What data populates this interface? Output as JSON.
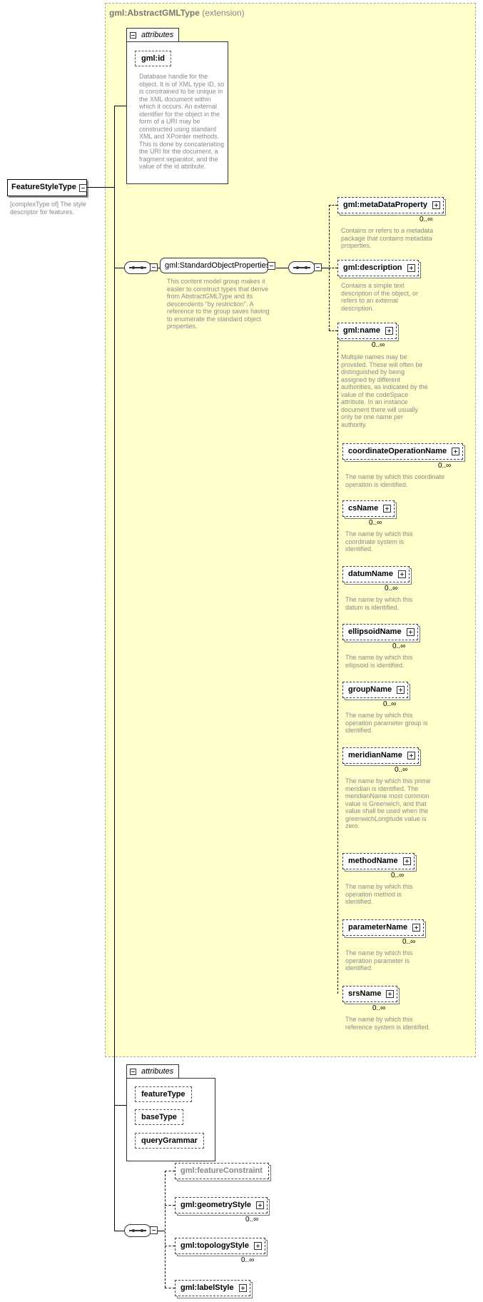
{
  "extension": {
    "title": "gml:AbstractGMLType",
    "qualifier": "(extension)"
  },
  "root": {
    "name": "FeatureStyleType",
    "note": "[complexType of] The style descriptor for features."
  },
  "attributes_label": "attributes",
  "gml_attributes": {
    "items": [
      {
        "name": "gml:id",
        "note": "Database handle for the object.  It is of XML type ID, so is constrained to be unique in the XML document within which it occurs.  An external identifier for the object in the form of a URI may be constructed using standard XML and XPointer methods.  This is done by concatenating the URI for the document, a fragment separator, and the value of the id attribute."
      }
    ]
  },
  "group": {
    "name": "gml:StandardObjectProperties",
    "note": "This content model group makes it easier to construct types that derive from AbstractGMLType and its descendents \"by restriction\".  A reference to the group saves having to enumerate the standard object properties."
  },
  "elements": [
    {
      "name": "gml:metaDataProperty",
      "occurs": "0..∞",
      "note": "Contains or refers to a metadata package that contains metadata properties."
    },
    {
      "name": "gml:description",
      "occurs": "",
      "note": "Contains a simple text description of the object, or refers to an external description."
    },
    {
      "name": "gml:name",
      "occurs": "0..∞",
      "note": "Multiple names may be provided.  These will often be distinguished by being assigned by different authorities, as indicated by the value of the codeSpace attribute.  In an instance document there will usually only be one name per authority."
    },
    {
      "name": "coordinateOperationName",
      "occurs": "0..∞",
      "note": "The name by which this coordinate operation is identified."
    },
    {
      "name": "csName",
      "occurs": "0..∞",
      "note": "The name by which this coordinate system is identified."
    },
    {
      "name": "datumName",
      "occurs": "0..∞",
      "note": "The name by which this datum is identified."
    },
    {
      "name": "ellipsoidName",
      "occurs": "0..∞",
      "note": "The name by which this ellipsoid is identified."
    },
    {
      "name": "groupName",
      "occurs": "0..∞",
      "note": "The name by which this operation parameter group is identified."
    },
    {
      "name": "meridianName",
      "occurs": "0..∞",
      "note": "The name by which this prime meridian is identified. The meridianName most common value is Greenwich, and that value shall be used when the greenwichLongitude value is zero."
    },
    {
      "name": "methodName",
      "occurs": "0..∞",
      "note": "The name by which this operation method is identified."
    },
    {
      "name": "parameterName",
      "occurs": "0..∞",
      "note": "The name by which this operation parameter is identified."
    },
    {
      "name": "srsName",
      "occurs": "0..∞",
      "note": "The name by which this reference system is identified."
    }
  ],
  "type_attributes": [
    "featureType",
    "baseType",
    "queryGrammar"
  ],
  "bottom_elements": [
    {
      "prefix": "gml:",
      "name": "featureConstraint",
      "occurs": "",
      "gray": true
    },
    {
      "prefix": "gml:",
      "name": "geometryStyle",
      "occurs": "0..∞",
      "gray": false
    },
    {
      "prefix": "gml:",
      "name": "topologyStyle",
      "occurs": "0..∞",
      "gray": false
    },
    {
      "prefix": "gml:",
      "name": "labelStyle",
      "occurs": "",
      "gray": false
    }
  ]
}
